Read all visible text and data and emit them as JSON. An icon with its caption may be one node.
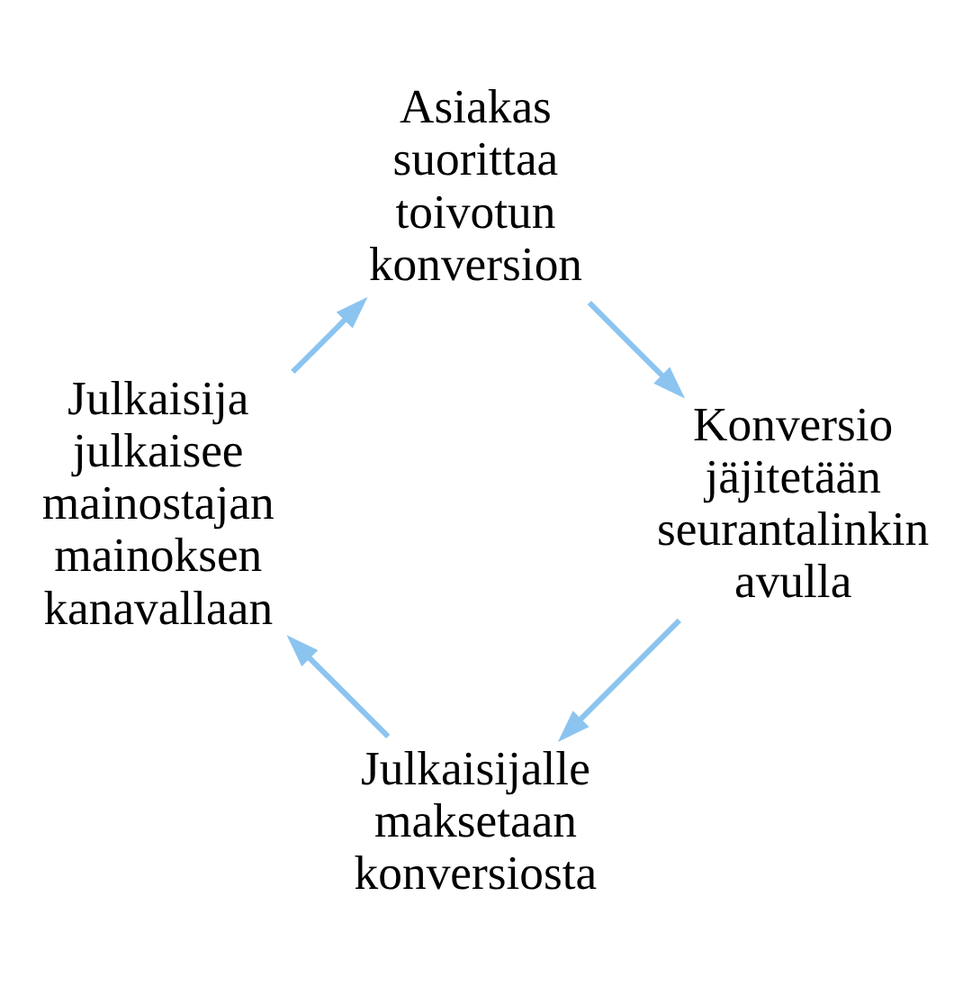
{
  "diagram": {
    "nodes": [
      {
        "text": [
          "Julkaisijalle maksetaan konversiosta"
        ]
      },
      {
        "text": [
          "Julkaisija julkaisee mainostajan mainoksen kanavallaan"
        ]
      },
      {
        "text": [
          "Asiakas suorittaa toivotun konversion"
        ]
      },
      {
        "text": [
          "Konversio jäjitetään seurantalinkin avulla"
        ]
      }
    ],
    "edges": [
      {
        "from": 0,
        "to": 1,
        "arrow": "to",
        "color": "#8cc4f0"
      },
      {
        "from": 1,
        "to": 2,
        "arrow": "to",
        "color": "#8cc4f0"
      },
      {
        "from": 2,
        "to": 3,
        "arrow": "to",
        "color": "#8cc4f0"
      },
      {
        "from": 3,
        "to": 0,
        "arrow": "to",
        "color": "#8cc4f0"
      }
    ]
  }
}
